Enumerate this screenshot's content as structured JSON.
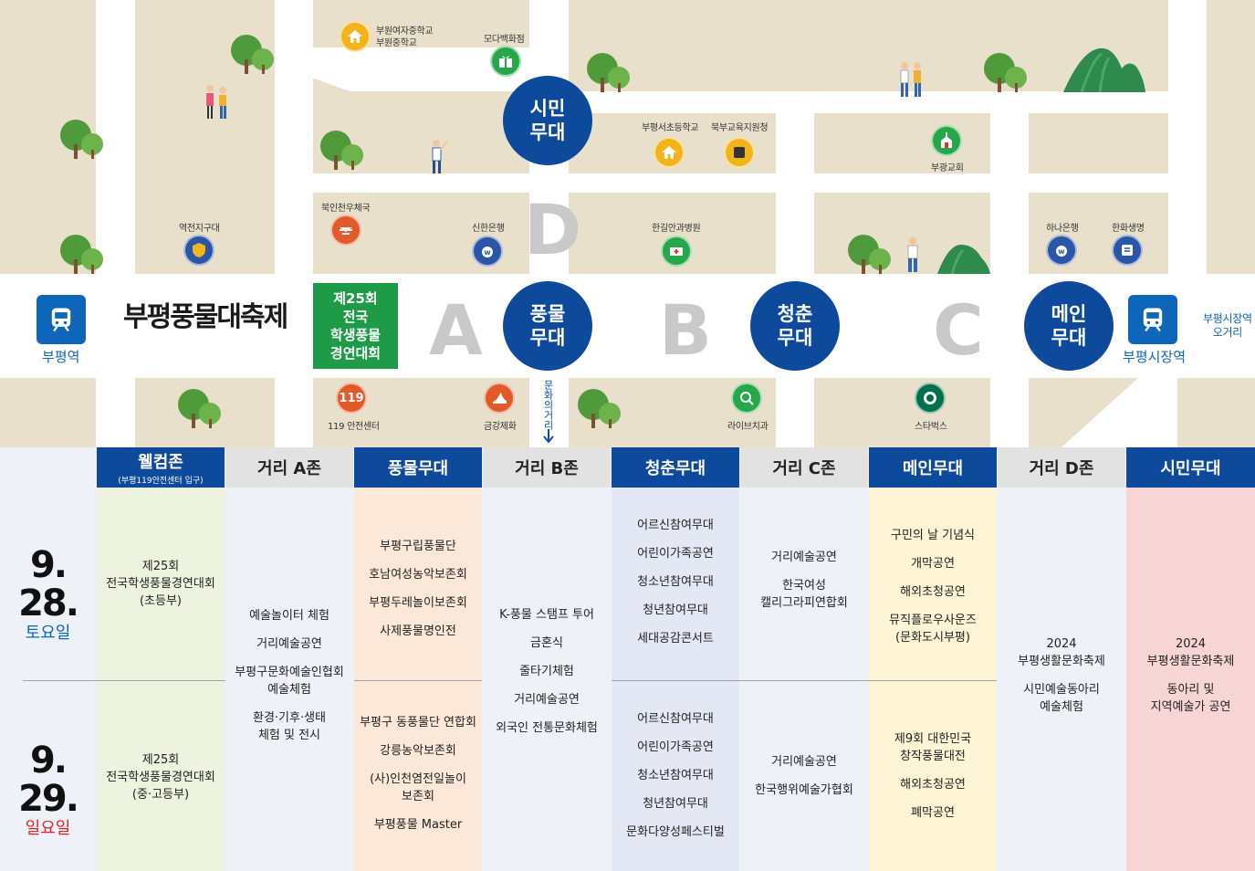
{
  "map": {
    "stations": [
      {
        "name": "부평역"
      },
      {
        "name": "부평시장역"
      }
    ],
    "exit_label": "부평시장역\n오거리",
    "logo_text": "부평풍물대축제",
    "contest_box": "제25회\n전국\n학생풍물\n경연대회",
    "culture_street": "문화의거리",
    "zones": [
      "A",
      "B",
      "C",
      "D"
    ],
    "stages": {
      "citizen": "시민\n무대",
      "pungmul": "풍물\n무대",
      "youth": "청춘\n무대",
      "main": "메인\n무대"
    },
    "places": {
      "bupyeong_girls_school": "부원여자중학교\n부원중학교",
      "moda": "모다백화점",
      "bupyeongseo_elem": "부평서초등학교",
      "bukbu_edu": "북부교육지원청",
      "bugwang_church": "부광교회",
      "yeokjeon_police": "역전지구대",
      "bukincheon_post": "북인천우체국",
      "shinhan": "신한은행",
      "hangil": "한길안과병원",
      "hana": "하나은행",
      "hanwha": "한화생명",
      "safety_119": "119 안전센터",
      "geumgang": "금강제화",
      "live_dental": "라이브치과",
      "starbucks": "스타벅스"
    },
    "icon_119": "119"
  },
  "schedule": {
    "columns": [
      {
        "title": "웰컴존",
        "subtitle": "(부평119안전센터 입구)"
      },
      {
        "title": "거리 A존"
      },
      {
        "title": "풍물무대"
      },
      {
        "title": "거리 B존"
      },
      {
        "title": "청춘무대"
      },
      {
        "title": "거리 C존"
      },
      {
        "title": "메인무대"
      },
      {
        "title": "거리 D존"
      },
      {
        "title": "시민무대"
      }
    ],
    "days": [
      {
        "date": "9.\n28.",
        "weekday": "토요일",
        "color": "#0e66b8"
      },
      {
        "date": "9.\n29.",
        "weekday": "일요일",
        "color": "#e02424"
      }
    ],
    "welcome": {
      "sat": [
        "제25회\n전국학생풍물경연대회\n(초등부)"
      ],
      "sun": [
        "제25회\n전국학생풍물경연대회\n(중·고등부)"
      ]
    },
    "zone_a": [
      "예술놀이터 체험",
      "거리예술공연",
      "부평구문화예술인협회\n예술체험",
      "환경·기후·생태\n체험 및 전시"
    ],
    "pungmul": {
      "sat": [
        "부평구립풍물단",
        "호남여성농악보존회",
        "부평두레놀이보존회",
        "사제풍물명인전"
      ],
      "sun": [
        "부평구 동풍물단 연합회",
        "강릉농악보존회",
        "(사)인천염전일놀이\n보존회",
        "부평풍물 Master"
      ]
    },
    "zone_b": [
      "K-풍물 스탬프 투어",
      "금혼식",
      "줄타기체험",
      "거리예술공연",
      "외국인 전통문화체험"
    ],
    "youth": {
      "sat": [
        "어르신참여무대",
        "어린이가족공연",
        "청소년참여무대",
        "청년참여무대",
        "세대공감콘서트"
      ],
      "sun": [
        "어르신참여무대",
        "어린이가족공연",
        "청소년참여무대",
        "청년참여무대",
        "문화다양성페스티벌"
      ]
    },
    "zone_c": {
      "sat": [
        "거리예술공연",
        "한국여성\n캘리그라피연합회"
      ],
      "sun": [
        "거리예술공연",
        "한국행위예술가협회"
      ]
    },
    "main": {
      "sat": [
        "구민의 날 기념식",
        "개막공연",
        "해외초청공연",
        "뮤직플로우사운즈\n(문화도시부평)"
      ],
      "sun": [
        "제9회 대한민국\n창작풍물대전",
        "해외초청공연",
        "폐막공연"
      ]
    },
    "zone_d": [
      "2024\n부평생활문화축제",
      "시민예술동아리\n예술체험"
    ],
    "citizen": [
      "2024\n부평생활문화축제",
      "동아리 및\n지역예술가 공연"
    ]
  },
  "colors": {
    "stage_blue": "#0e4a9c",
    "block_beige": "#e9e0cb",
    "contest_green": "#1e9b46",
    "col_welcome": "#eef3df",
    "col_pungmul": "#fce8d8",
    "col_youth": "#e4e8f4",
    "col_main": "#fdf5d5",
    "col_citizen": "#f7d5d5"
  }
}
